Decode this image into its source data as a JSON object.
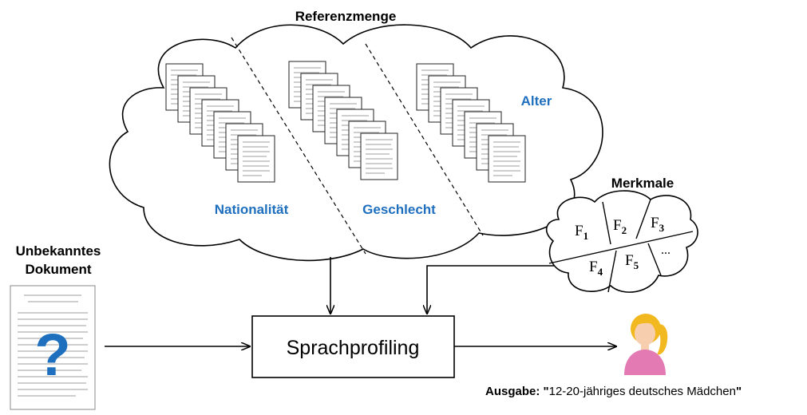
{
  "reference_set": {
    "title": "Referenzmenge",
    "categories": [
      "Nationalität",
      "Geschlecht",
      "Alter"
    ]
  },
  "features": {
    "title": "Merkmale",
    "items": [
      {
        "base": "F",
        "sub": "1"
      },
      {
        "base": "F",
        "sub": "2"
      },
      {
        "base": "F",
        "sub": "3"
      },
      {
        "base": "F",
        "sub": "4"
      },
      {
        "base": "F",
        "sub": "5"
      },
      {
        "base": "...",
        "sub": ""
      }
    ]
  },
  "unknown_document": {
    "title_line1": "Unbekanntes",
    "title_line2": "Dokument",
    "symbol": "?",
    "symbol_color": "#1f6fbf"
  },
  "process": {
    "label": "Sprachprofiling"
  },
  "output": {
    "prefix": "Ausgabe: \"",
    "value": "12-20-jähriges deutsches Mädchen",
    "suffix": "\"",
    "avatar_icon": "girl-avatar-icon"
  },
  "colors": {
    "category_blue": "#1f6fbf"
  }
}
